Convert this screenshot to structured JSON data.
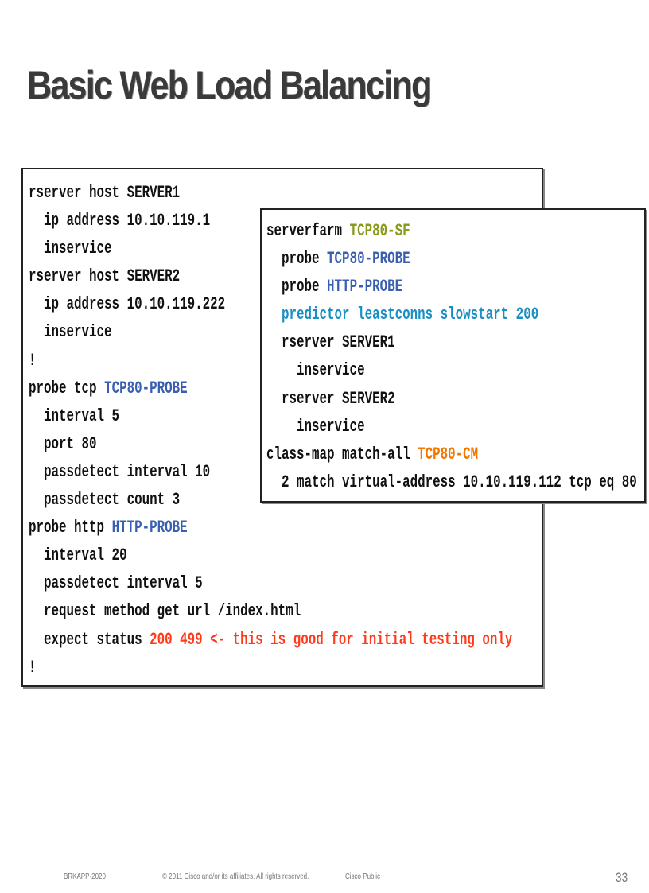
{
  "title": "Basic Web Load Balancing",
  "colors": {
    "default": "#111111",
    "green": "#8a9a1a",
    "blue": "#3a5fb0",
    "teal": "#1a8fc4",
    "orange": "#f07800",
    "red": "#ff3a1a"
  },
  "left_config": [
    [
      {
        "t": "rserver host SERVER1",
        "c": "default"
      }
    ],
    [
      {
        "t": "  ip address 10.10.119.1",
        "c": "default"
      }
    ],
    [
      {
        "t": "  inservice",
        "c": "default"
      }
    ],
    [
      {
        "t": "rserver host SERVER2",
        "c": "default"
      }
    ],
    [
      {
        "t": "  ip address 10.10.119.222",
        "c": "default"
      }
    ],
    [
      {
        "t": "  inservice",
        "c": "default"
      }
    ],
    [
      {
        "t": "!",
        "c": "default"
      }
    ],
    [
      {
        "t": "probe tcp ",
        "c": "default"
      },
      {
        "t": "TCP80-PROBE",
        "c": "blue"
      }
    ],
    [
      {
        "t": "  interval 5",
        "c": "default"
      }
    ],
    [
      {
        "t": "  port 80",
        "c": "default"
      }
    ],
    [
      {
        "t": "  passdetect interval 10",
        "c": "default"
      }
    ],
    [
      {
        "t": "  passdetect count 3",
        "c": "default"
      }
    ],
    [
      {
        "t": "probe http ",
        "c": "default"
      },
      {
        "t": "HTTP-PROBE",
        "c": "blue"
      }
    ],
    [
      {
        "t": "  interval 20",
        "c": "default"
      }
    ],
    [
      {
        "t": "  passdetect interval 5",
        "c": "default"
      }
    ],
    [
      {
        "t": "  request method get url /index.html",
        "c": "default"
      }
    ],
    [
      {
        "t": "  expect status ",
        "c": "default"
      },
      {
        "t": "200 499 <- this is good for initial testing only",
        "c": "red"
      }
    ],
    [
      {
        "t": "!",
        "c": "default"
      }
    ]
  ],
  "right_config": [
    [
      {
        "t": "serverfarm ",
        "c": "default"
      },
      {
        "t": "TCP80-SF",
        "c": "green"
      }
    ],
    [
      {
        "t": "  probe ",
        "c": "default"
      },
      {
        "t": "TCP80-PROBE",
        "c": "blue"
      }
    ],
    [
      {
        "t": "  probe ",
        "c": "default"
      },
      {
        "t": "HTTP-PROBE",
        "c": "blue"
      }
    ],
    [
      {
        "t": "  predictor leastconns slowstart 200",
        "c": "teal"
      }
    ],
    [
      {
        "t": "  rserver SERVER1",
        "c": "default"
      }
    ],
    [
      {
        "t": "    inservice",
        "c": "default"
      }
    ],
    [
      {
        "t": "  rserver SERVER2",
        "c": "default"
      }
    ],
    [
      {
        "t": "    inservice",
        "c": "default"
      }
    ],
    [
      {
        "t": "class-map match-all ",
        "c": "default"
      },
      {
        "t": "TCP80-CM",
        "c": "orange"
      }
    ],
    [
      {
        "t": "  2 match virtual-address 10.10.119.112 tcp eq 80",
        "c": "default"
      }
    ]
  ],
  "footer": {
    "session": "BRKAPP-2020",
    "copyright": "© 2011 Cisco and/or its affiliates. All rights reserved.",
    "classification": "Cisco Public",
    "page": "33"
  }
}
